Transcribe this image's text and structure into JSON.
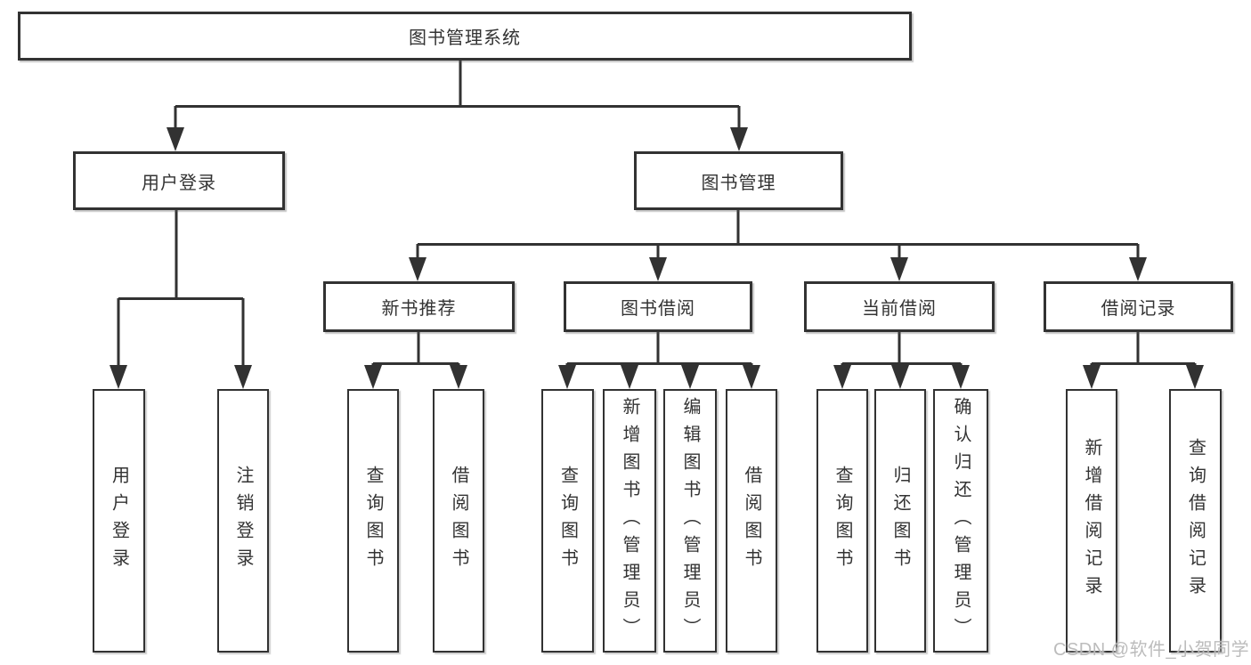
{
  "diagram": {
    "root": {
      "label": "图书管理系统"
    },
    "user_login": {
      "label": "用户登录",
      "children": [
        "用户登录",
        "注销登录"
      ]
    },
    "book_mgmt": {
      "label": "图书管理",
      "sections": {
        "new_book": {
          "label": "新书推荐",
          "children": [
            "查询图书",
            "借阅图书"
          ]
        },
        "book_borrow": {
          "label": "图书借阅",
          "children": [
            "查询图书",
            "新增图书（管理员）",
            "编辑图书（管理员）",
            "借阅图书"
          ]
        },
        "current_borrow": {
          "label": "当前借阅",
          "children": [
            "查询图书",
            "归还图书",
            "确认归还（管理员）"
          ]
        },
        "borrow_record": {
          "label": "借阅记录",
          "children": [
            "新增借阅记录",
            "查询借阅记录"
          ]
        }
      }
    },
    "colors": {
      "line": "#323232",
      "text": "#333333",
      "watermark": "#b8b8b8",
      "background": "#ffffff"
    },
    "watermark": "CSDN @软件_小贺同学"
  }
}
